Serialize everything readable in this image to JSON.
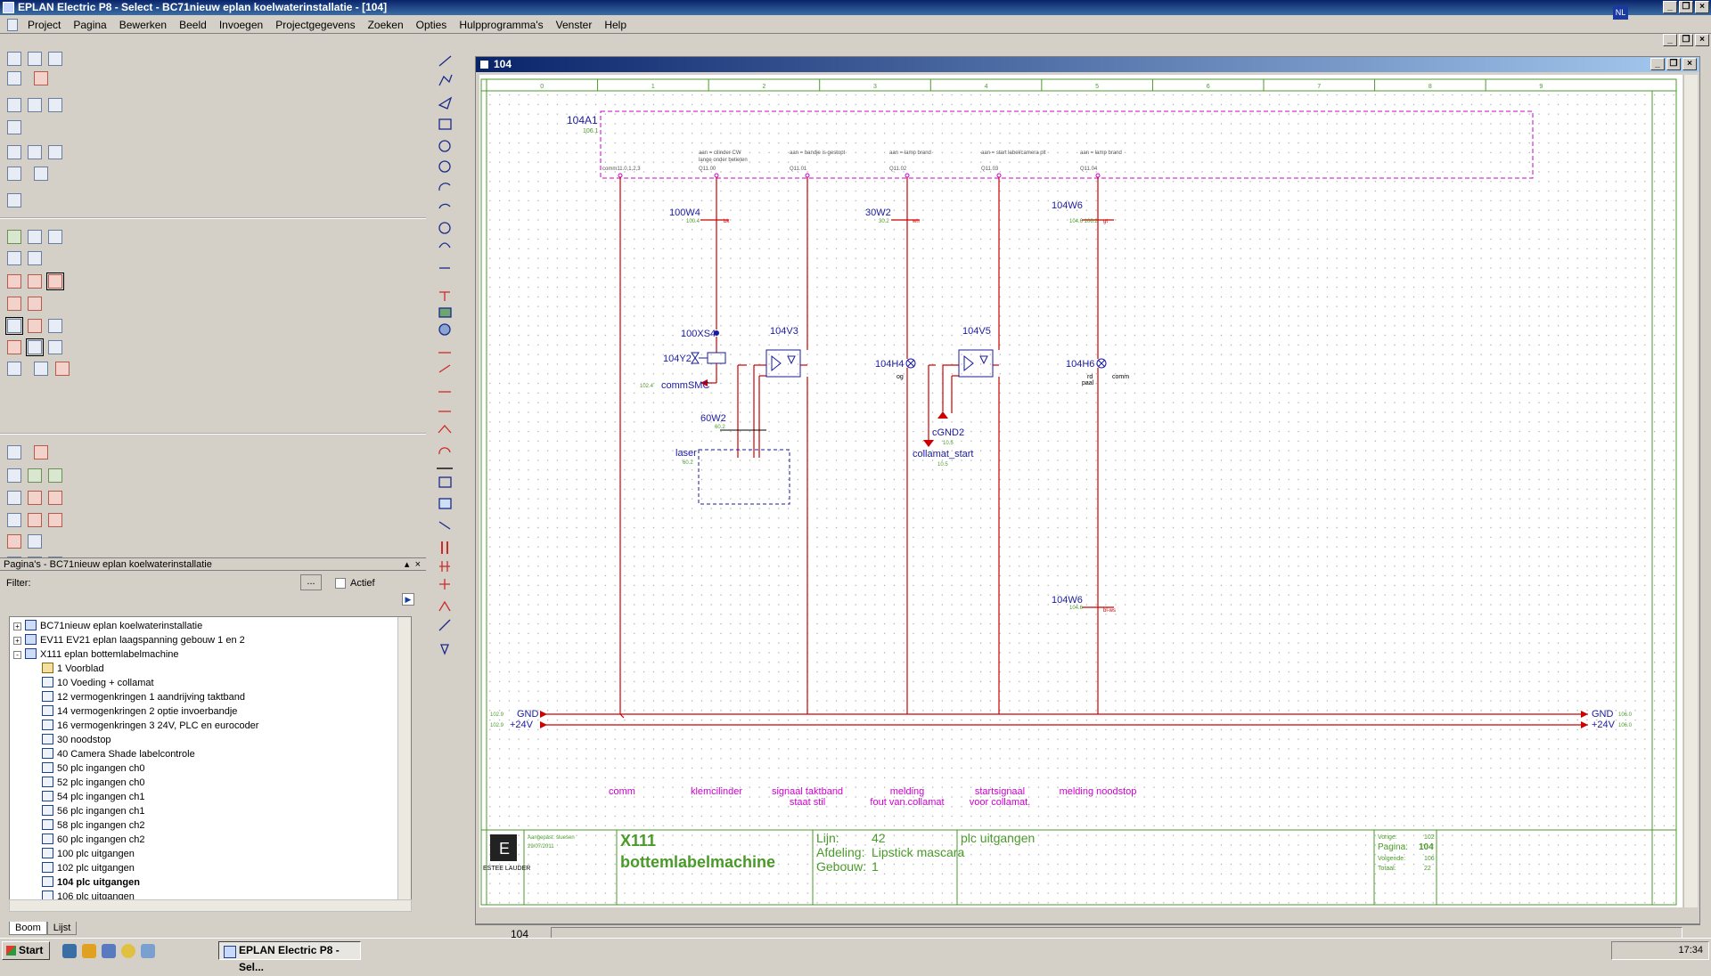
{
  "app": {
    "title": "EPLAN Electric P8 - Select - BC71nieuw eplan koelwaterinstallatie - [104]"
  },
  "menu": [
    "Project",
    "Pagina",
    "Bewerken",
    "Beeld",
    "Invoegen",
    "Projectgegevens",
    "Zoeken",
    "Opties",
    "Hulpprogramma's",
    "Venster",
    "Help"
  ],
  "pagePanel": {
    "title": "Pagina's - BC71nieuw eplan koelwaterinstallatie",
    "filterLabel": "Filter:",
    "filterButton": "...",
    "activeLabel": "Actief",
    "tabs": [
      "Boom",
      "Lijst"
    ],
    "tree": [
      {
        "label": "BC71nieuw eplan koelwaterinstallatie",
        "level": 0,
        "exp": "+"
      },
      {
        "label": "EV11 EV21 eplan laagspanning gebouw 1 en 2",
        "level": 0,
        "exp": "+"
      },
      {
        "label": "X111 eplan bottemlabelmachine",
        "level": 0,
        "exp": "-"
      },
      {
        "label": "1 Voorblad",
        "level": 1,
        "kind": "cover"
      },
      {
        "label": "10 Voeding + collamat",
        "level": 1
      },
      {
        "label": "12 vermogenkringen 1 aandrijving taktband",
        "level": 1
      },
      {
        "label": "14 vermogenkringen 2 optie invoerbandje",
        "level": 1
      },
      {
        "label": "16 vermogenkringen 3 24V, PLC en eurocoder",
        "level": 1
      },
      {
        "label": "30 noodstop",
        "level": 1
      },
      {
        "label": "40 Camera Shade labelcontrole",
        "level": 1
      },
      {
        "label": "50 plc ingangen ch0",
        "level": 1
      },
      {
        "label": "52 plc ingangen ch0",
        "level": 1
      },
      {
        "label": "54 plc ingangen ch1",
        "level": 1
      },
      {
        "label": "56 plc ingangen ch1",
        "level": 1
      },
      {
        "label": "58 plc ingangen ch2",
        "level": 1
      },
      {
        "label": "60 plc ingangen ch2",
        "level": 1
      },
      {
        "label": "100 plc uitgangen",
        "level": 1
      },
      {
        "label": "102 plc uitgangen",
        "level": 1
      },
      {
        "label": "104 plc uitgangen",
        "level": 1,
        "bold": true
      },
      {
        "label": "106 plc uitgangen",
        "level": 1
      }
    ]
  },
  "docWindow": {
    "title": "104"
  },
  "schematic": {
    "ruler": [
      "0",
      "1",
      "2",
      "3",
      "4",
      "5",
      "6",
      "7",
      "8",
      "9"
    ],
    "plcBox": "104A1",
    "plcBoxSub": "106.1",
    "plcContacts": [
      {
        "top1": "",
        "top2": "",
        "label": "comm11.0,1,2,3"
      },
      {
        "top1": "aan = cilinder CW",
        "top2": "lange onder betieten",
        "label": "Q11.00"
      },
      {
        "top1": "aan = bandje is gestopt",
        "top2": "",
        "label": "Q11.01"
      },
      {
        "top1": "aan = lamp brand",
        "top2": "",
        "label": "Q11.02"
      },
      {
        "top1": "aan = start label/camera plt",
        "top2": "",
        "label": "Q11.03"
      },
      {
        "top1": "aan = lamp brand",
        "top2": "",
        "label": "Q11.04"
      }
    ],
    "wires": [
      {
        "name": "100W4",
        "sub": "100.4",
        "end": "bk"
      },
      {
        "name": "30W2",
        "sub": "30.2",
        "end": "wh"
      },
      {
        "name": "104W6",
        "sub": "104.6\n106.2",
        "end": "gt"
      },
      {
        "name": "60W2",
        "sub": "60.2"
      },
      {
        "name": "104W6",
        "sub": "104.6",
        "end": "bl-ws"
      }
    ],
    "components": {
      "terminal": "100XS4",
      "valve": "104Y2",
      "valveRef": "102.4",
      "valveLabel": "commSMC",
      "opto1": "104V3",
      "opto2": "104V5",
      "lamp1": "104H4",
      "lamp1color": "og",
      "lamp2": "104H6",
      "lamp2color": "rd",
      "lamp2color2": "paal",
      "lamp2comm": "comm",
      "gnd": "cGND2",
      "gndRef": "10.5",
      "collamat": "collamat_start",
      "collamatRef": "10.5",
      "laser": "laser",
      "laserRef": "60.2"
    },
    "rails": {
      "gndLeft": "GND",
      "p24Left": "+24V",
      "gndRight": "GND",
      "p24Right": "+24V",
      "gndLeftRef": "102.9",
      "p24LeftRef": "102.9",
      "gndRightRef": "106.0",
      "p24RightRef": "106.0"
    },
    "captions": [
      {
        "l1": "comm",
        "l2": ""
      },
      {
        "l1": "klemcilinder",
        "l2": ""
      },
      {
        "l1": "signaal taktband",
        "l2": "staat stil"
      },
      {
        "l1": "melding",
        "l2": "fout van.collamat"
      },
      {
        "l1": "startsignaal",
        "l2": "voor collamat."
      },
      {
        "l1": "melding noodstop",
        "l2": ""
      }
    ],
    "titleblock": {
      "company": "ESTEE LAUDER",
      "modifiedLabel": "Aangepast:",
      "modifiedBy": "sluesen",
      "modifiedDate": "29/07/2011",
      "project1": "X111",
      "project2": "bottemlabelmachine",
      "lijn": "Lijn:",
      "lijnVal": "42",
      "afdeling": "Afdeling:",
      "afdelingVal": "Lipstick mascara",
      "gebouw": "Gebouw:",
      "gebouwVal": "1",
      "pageTitle": "plc uitgangen",
      "vorige": "Vorige:",
      "vorigeVal": "102",
      "pagina": "Pagina:",
      "paginaVal": "104",
      "volgende": "Volgende:",
      "volgendeVal": "106",
      "totaal": "Totaal:",
      "totaalVal": "22"
    }
  },
  "status": {
    "page": "104"
  },
  "taskbar": {
    "start": "Start",
    "task": "EPLAN Electric P8 - Sel...",
    "lang": "NL",
    "time": "17:34"
  },
  "colors": {
    "wire": "#cc0000",
    "designation": "#1a1aa0",
    "plcBorder": "#cc00cc",
    "caption": "#cc00cc",
    "frame": "#4a9a2a"
  }
}
